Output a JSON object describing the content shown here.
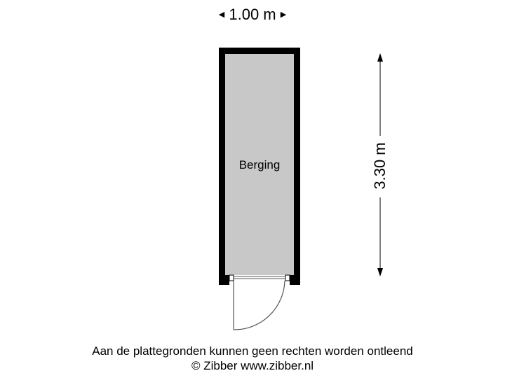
{
  "floorplan": {
    "width_dimension": "1.00 m",
    "height_dimension": "3.30 m",
    "rooms": [
      {
        "name": "Berging"
      }
    ],
    "colors": {
      "wall": "#000000",
      "room_fill": "#c8c8c8",
      "background": "#ffffff"
    }
  },
  "footer": {
    "disclaimer": "Aan de plattegronden kunnen geen rechten worden ontleend",
    "copyright": "© Zibber www.zibber.nl"
  }
}
